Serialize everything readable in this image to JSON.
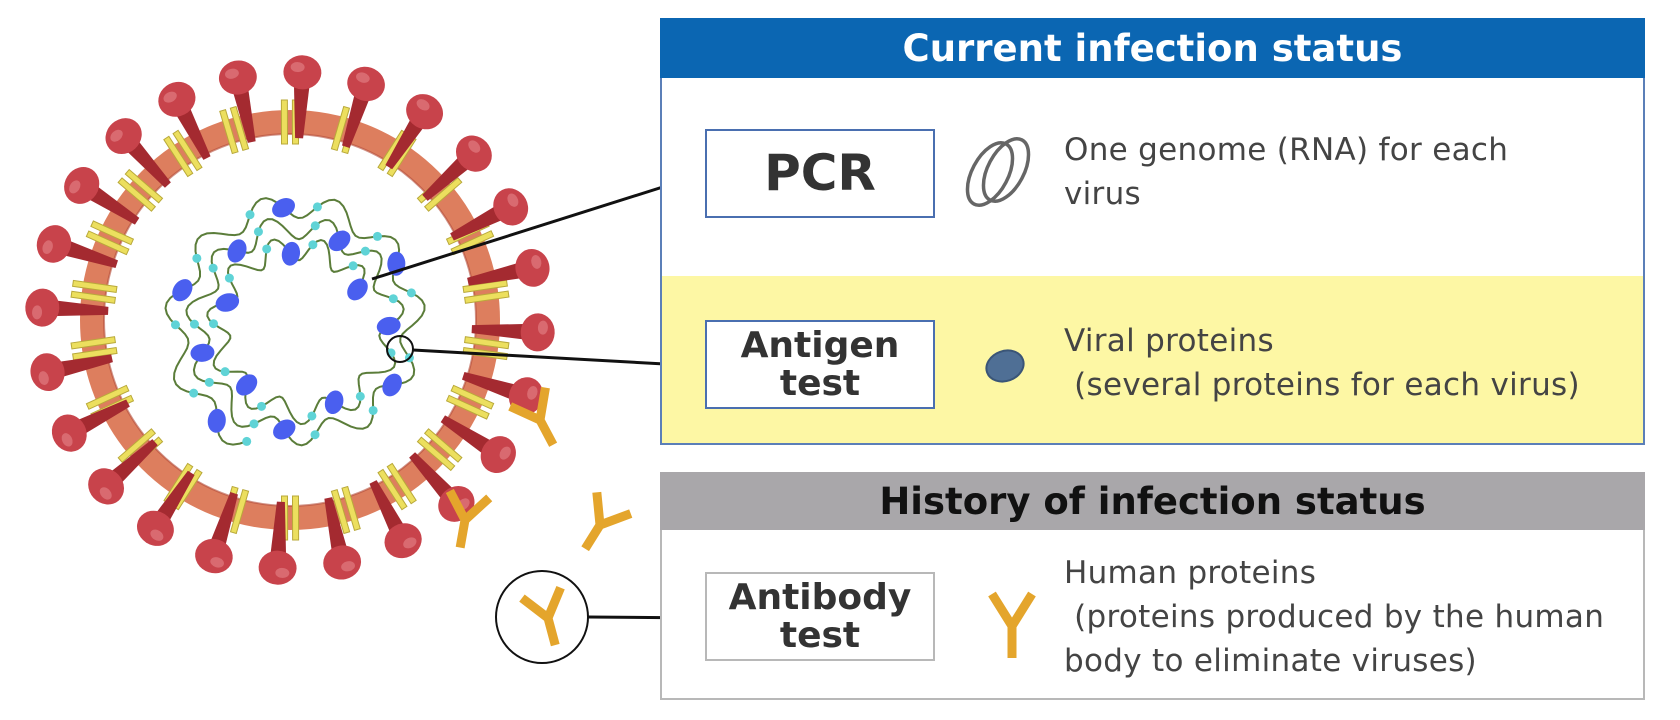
{
  "current": {
    "title": "Current infection status",
    "pcr": {
      "label": "PCR",
      "desc": [
        "One genome (RNA) for each",
        "virus"
      ]
    },
    "antigen": {
      "label_lines": [
        "Antigen",
        "test"
      ],
      "desc": [
        "Viral proteins",
        " (several proteins for each virus)"
      ]
    }
  },
  "history": {
    "title": "History of infection status",
    "antibody": {
      "label_lines": [
        "Antibody",
        "test"
      ],
      "desc": [
        "Human proteins",
        " (proteins produced by the human",
        "body to eliminate viruses)"
      ]
    }
  },
  "colors": {
    "current_header": "#0b66b2",
    "history_header": "#a9a7aa",
    "antigen_band": "#fdf7a4",
    "spike": "#c8434b",
    "envelope": "#d9704c",
    "membrane_protein": "#ecdf5e",
    "nucleoprotein": "#4a5fef",
    "antibody": "#e4a52c",
    "viral_protein_icon": "#4f6f95"
  },
  "icons": {
    "genome": "rna-loop-icon",
    "viral_protein": "protein-ellipse-icon",
    "antibody": "antibody-y-icon"
  }
}
